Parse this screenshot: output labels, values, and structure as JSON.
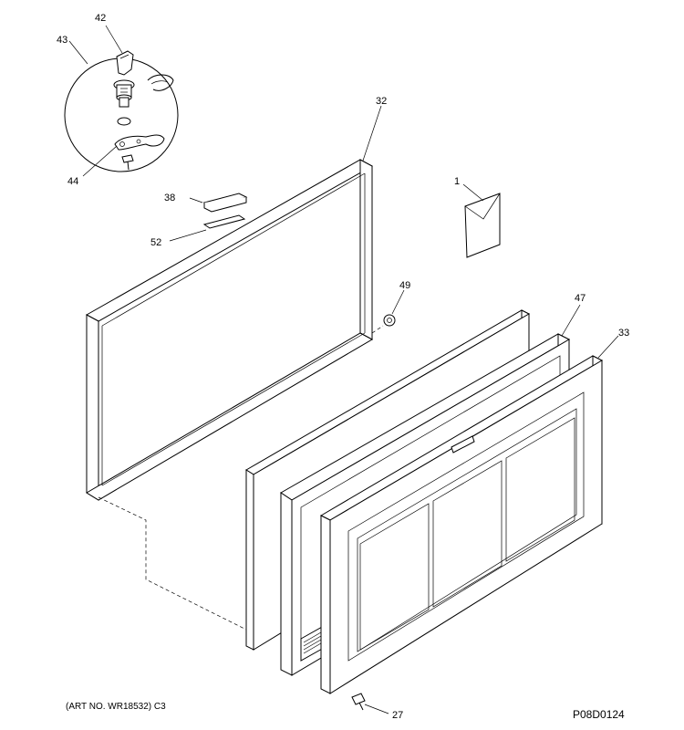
{
  "callouts": {
    "c42": "42",
    "c43": "43",
    "c44": "44",
    "c32": "32",
    "c38": "38",
    "c52": "52",
    "c1": "1",
    "c49": "49",
    "c47": "47",
    "c33": "33",
    "c27": "27"
  },
  "footer": {
    "art_no": "(ART NO. WR18532) C3",
    "drawing_id": "P08D0124"
  }
}
